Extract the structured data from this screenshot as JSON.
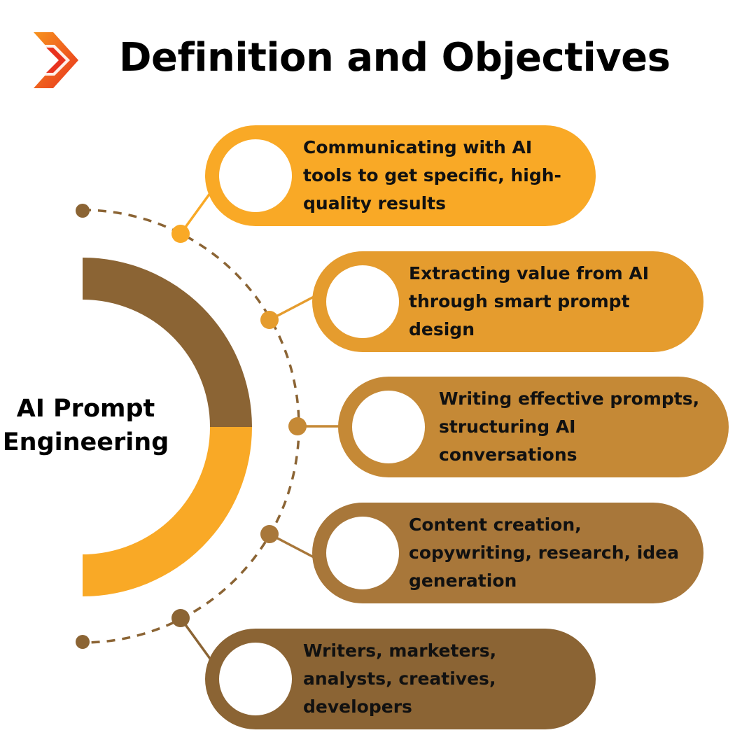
{
  "header": {
    "title": "Definition and Objectives",
    "logo_icon": "double-chevron-logo"
  },
  "center": {
    "label_line1": "AI Prompt",
    "label_line2": "Engineering"
  },
  "items": [
    {
      "text": "Communicating with AI tools to get specific, high-quality results",
      "color": "#F9A926"
    },
    {
      "text": "Extracting value from AI through smart prompt design",
      "color": "#E59C2E"
    },
    {
      "text": "Writing effective prompts, structuring AI conversations",
      "color": "#C58936"
    },
    {
      "text": "Content creation, copywriting, research, idea generation",
      "color": "#A8773A"
    },
    {
      "text": "Writers, marketers, analysts, creatives, developers",
      "color": "#8B6434"
    }
  ],
  "colors": {
    "arc_top": "#8B6434",
    "arc_bottom": "#F9A926",
    "dashed_path": "#8B6434",
    "logo_red": "#E8321E",
    "logo_orange": "#F7931E"
  }
}
